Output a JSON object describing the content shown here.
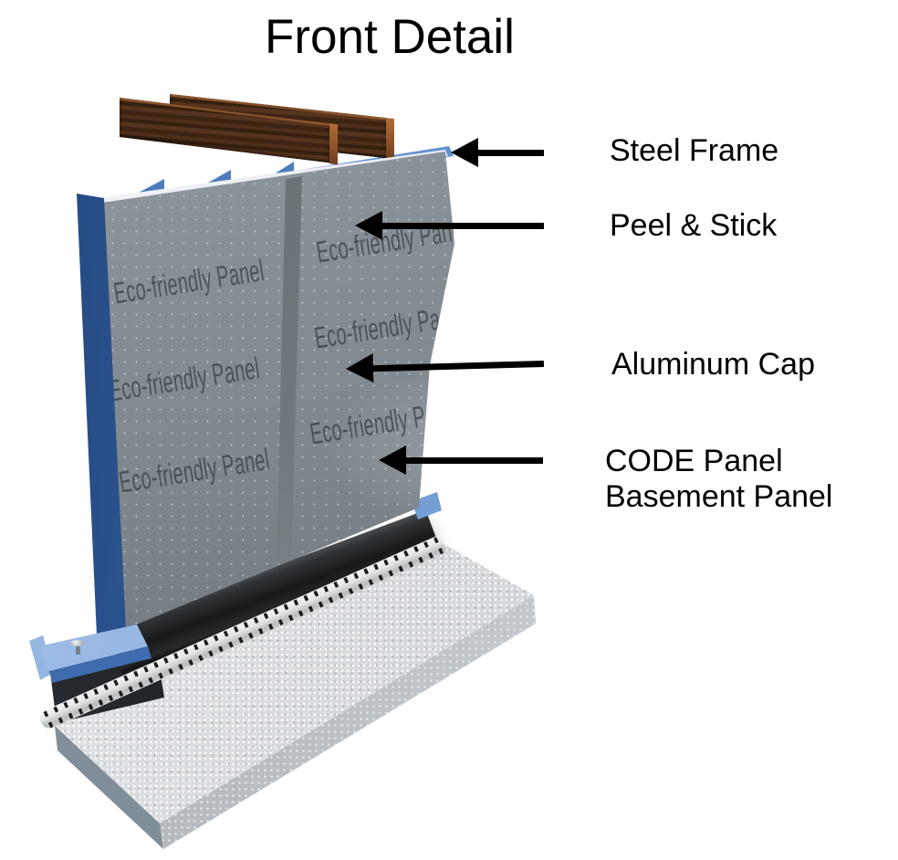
{
  "title": "Front Detail",
  "callouts": {
    "steel_frame": "Steel Frame",
    "peel_stick": "Peel & Stick",
    "aluminum_cap": "Aluminum Cap",
    "code_panel_line1": "CODE Panel",
    "code_panel_line2": "Basement Panel"
  },
  "watermark": "Eco-friendly Panel",
  "colors": {
    "frame_blue": "#4d7cbd",
    "track_blue": "#5e8cd1",
    "bracket_blue": "#84aadc",
    "panel_gray": "#7e878d",
    "cap_gray": "#6d757a",
    "watermark_gray": "#3c4347",
    "wood_brown": "#412614",
    "wood_end": "#9a5a2d",
    "base_black": "#17191b",
    "strip_white": "#e2e4e5",
    "concrete_gray": "#d8dbde",
    "concrete_side": "#7f8d98",
    "arrow_black": "#000000",
    "text_black": "#000000",
    "background": "#ffffff"
  }
}
